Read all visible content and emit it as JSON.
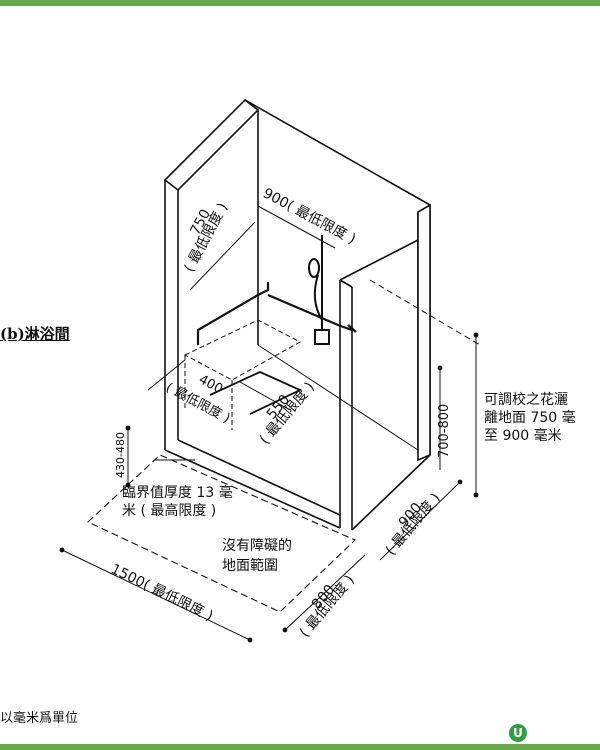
{
  "section_title": "(b)淋浴間",
  "dimensions": {
    "back_width": "900( 最低限度 )",
    "side_depth_line1": "750",
    "side_depth_line2": "( 最低限度 )",
    "seat_width_line1": "400",
    "seat_width_line2": "( 最低限度 )",
    "seat_depth_line1": "550",
    "seat_depth_line2": "( 最低限度 )",
    "seat_height": "430-480",
    "showerhead_height": "700-800",
    "threshold_line1": "臨界值厚度 13 毫",
    "threshold_line2": "米 ( 最高限度 )",
    "clear_space_line1": "沒有障礙的",
    "clear_space_line2": "地面範圍",
    "front_width": "1500( 最低限度 )",
    "opening_line1": "800",
    "opening_line2": "( 最低限度 )",
    "side_width_line1": "900",
    "side_width_line2": "( 最低限度 )"
  },
  "shower_note": {
    "line1": "可調校之花灑",
    "line2": "離地面 750 毫",
    "line3": "至 900 毫米"
  },
  "footnote": "以毫米爲單位",
  "logo_text": "U",
  "colors": {
    "frame_bar": "#6aa84f",
    "line": "#111111",
    "logo": "#2e9e44"
  }
}
